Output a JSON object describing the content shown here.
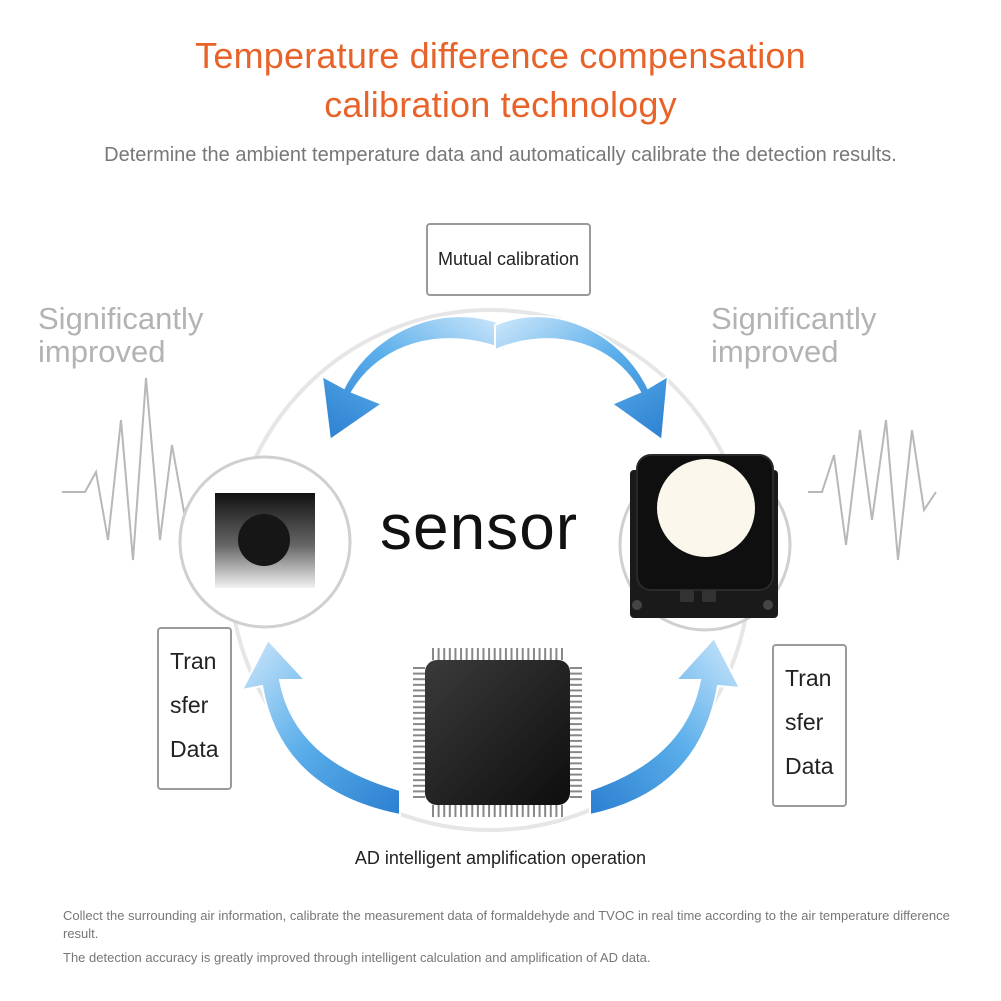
{
  "header": {
    "title_line1": "Temperature difference compensation",
    "title_line2": "calibration technology",
    "subtitle": "Determine the ambient temperature data and automatically calibrate the detection results."
  },
  "diagram": {
    "mutual_calibration": "Mutual calibration",
    "improved_left_line1": "Significantly",
    "improved_left_line2": "improved",
    "improved_right_line1": "Significantly",
    "improved_right_line2": "improved",
    "center_label": "sensor",
    "transfer_left": [
      "Tran",
      "sfer",
      "Data"
    ],
    "transfer_right": [
      "Tran",
      "sfer",
      "Data"
    ],
    "ad_label": "AD intelligent amplification operation",
    "accent_color": "#e8632a",
    "arrow_color": "#4aa3e6",
    "icons": [
      "blue-arrow-icon",
      "sensor-chip-icon",
      "mcu-chip-icon",
      "waveform-icon"
    ]
  },
  "footer": {
    "line1": "Collect the surrounding air information, calibrate the measurement data of formaldehyde and TVOC in real time according to the air temperature difference result.",
    "line2": "The detection accuracy is greatly improved through intelligent calculation and amplification of AD data."
  }
}
